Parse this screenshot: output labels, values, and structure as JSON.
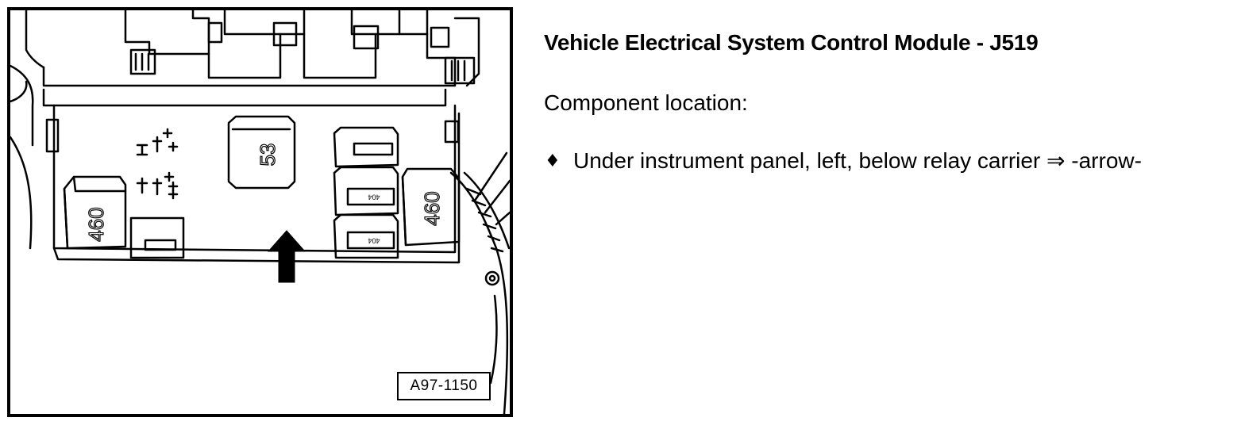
{
  "figure": {
    "code": "A97-1150",
    "labels": {
      "relay_left": "460",
      "relay_center": "53",
      "relay_right": "460",
      "fuse_a": "404",
      "fuse_b": "404"
    }
  },
  "document": {
    "title": "Vehicle Electrical System Control Module - J519",
    "section_label": "Component location:",
    "items": [
      {
        "bullet_icon": "♦",
        "text": "Under instrument panel, left, below relay carrier ⇒ -arrow-"
      }
    ]
  }
}
